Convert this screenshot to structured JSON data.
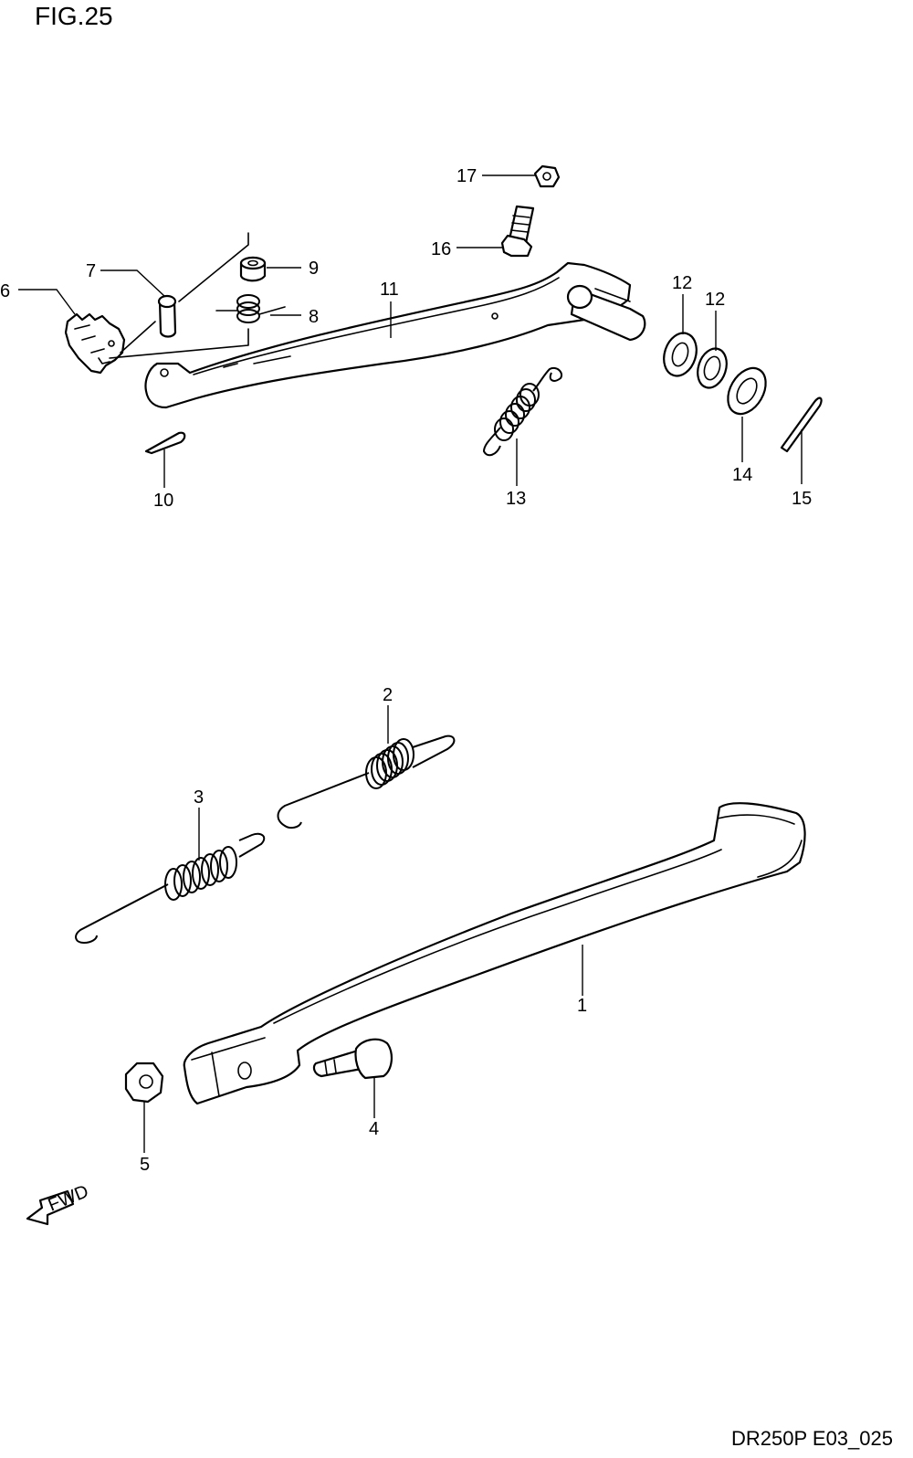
{
  "figure_title": "FIG.25",
  "drawing_code": "DR250P E03_025",
  "fwd_label": "FWD",
  "callouts": {
    "c1": "1",
    "c2": "2",
    "c3": "3",
    "c4": "4",
    "c5": "5",
    "c6": "6",
    "c7": "7",
    "c8": "8",
    "c9": "9",
    "c10": "10",
    "c11": "11",
    "c12a": "12",
    "c12b": "12",
    "c13": "13",
    "c14": "14",
    "c15": "15",
    "c16": "16",
    "c17": "17"
  }
}
